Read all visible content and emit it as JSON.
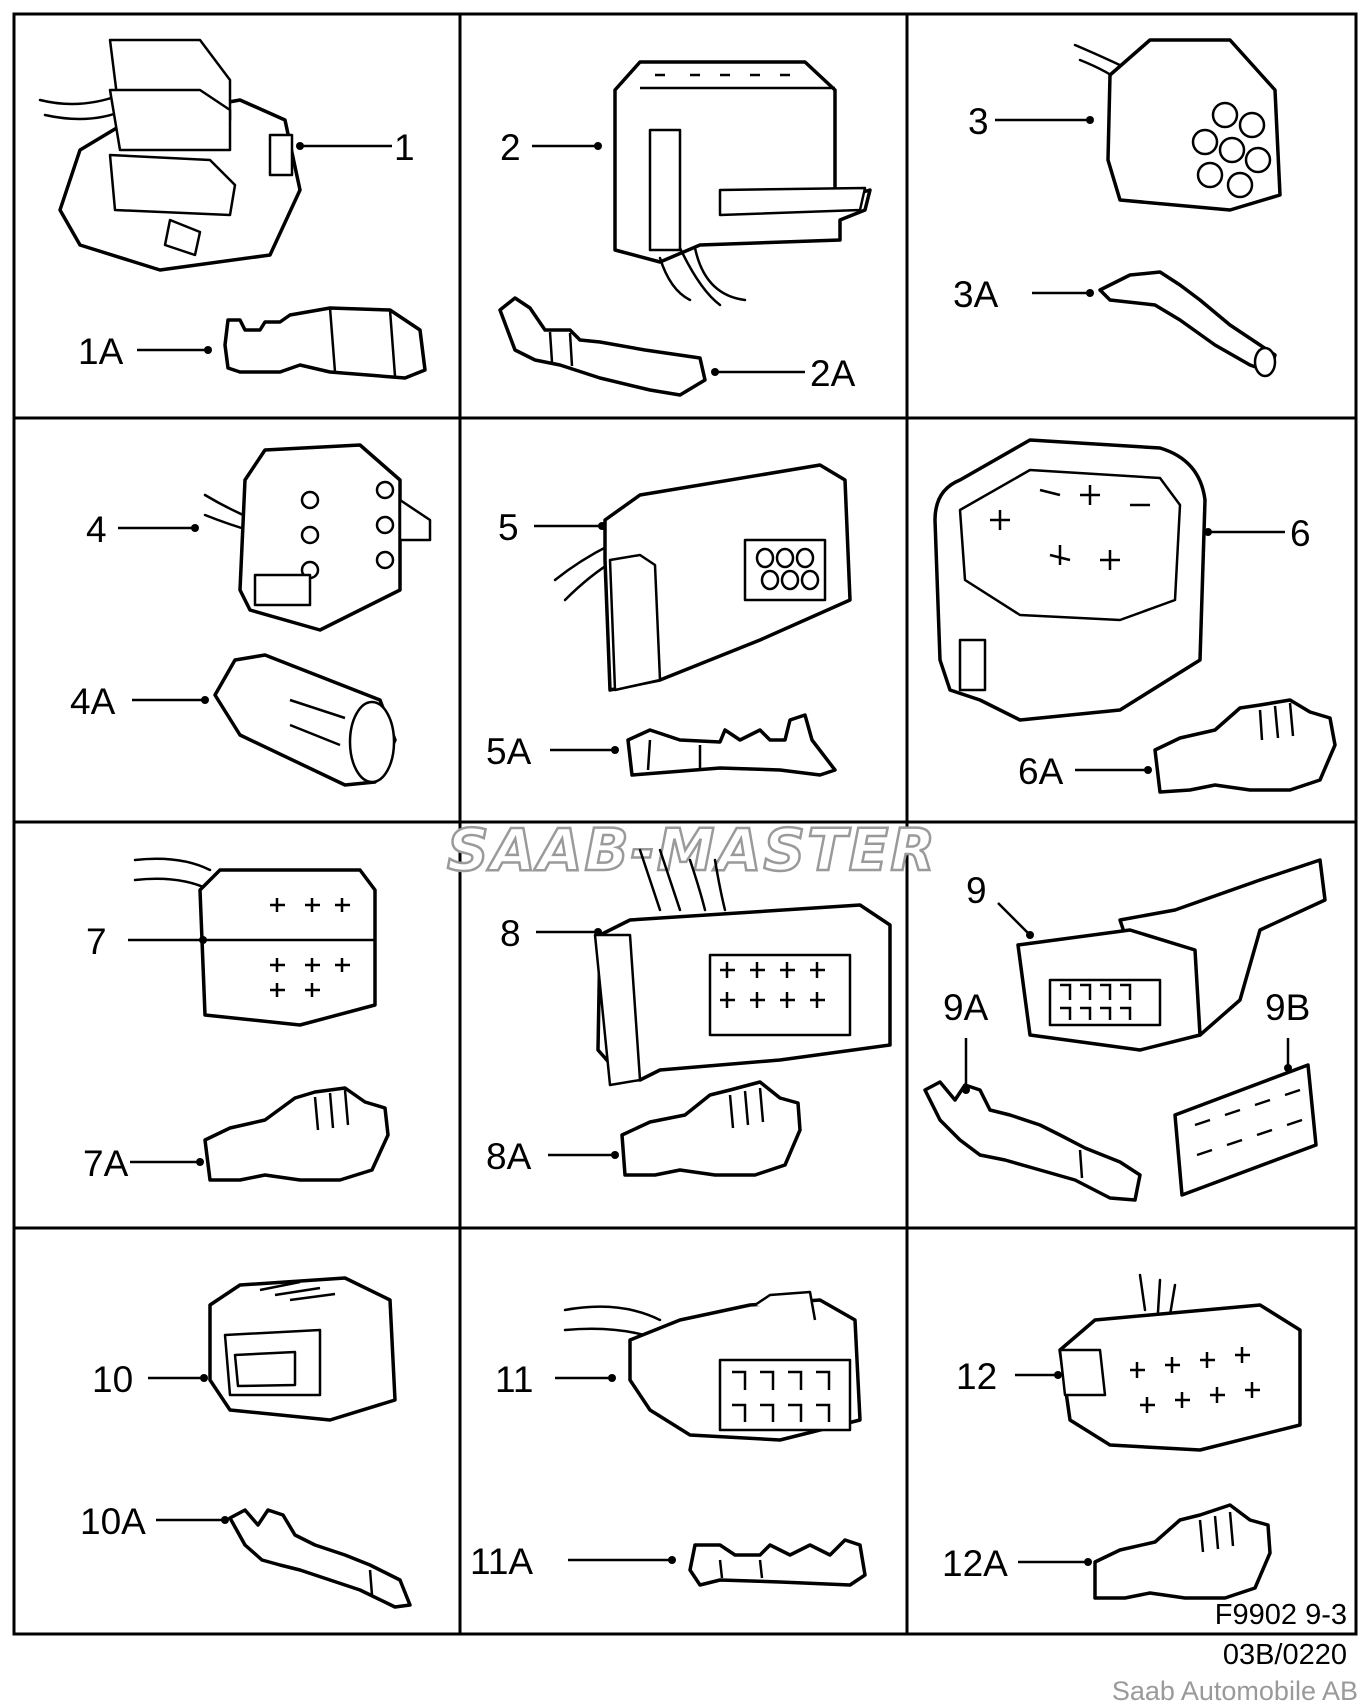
{
  "diagram": {
    "watermark": "SAAB-MASTER",
    "footer": {
      "figure_id": "F9902 9-3",
      "revision": "03B/0220",
      "credit": "Saab Automobile AB"
    },
    "cells": [
      {
        "connector": "1",
        "terminal": "1A"
      },
      {
        "connector": "2",
        "terminal": "2A"
      },
      {
        "connector": "3",
        "terminal": "3A"
      },
      {
        "connector": "4",
        "terminal": "4A"
      },
      {
        "connector": "5",
        "terminal": "5A"
      },
      {
        "connector": "6",
        "terminal": "6A"
      },
      {
        "connector": "7",
        "terminal": "7A"
      },
      {
        "connector": "8",
        "terminal": "8A"
      },
      {
        "connector": "9",
        "terminal": "9A",
        "extra": "9B"
      },
      {
        "connector": "10",
        "terminal": "10A"
      },
      {
        "connector": "11",
        "terminal": "11A"
      },
      {
        "connector": "12",
        "terminal": "12A"
      }
    ]
  }
}
